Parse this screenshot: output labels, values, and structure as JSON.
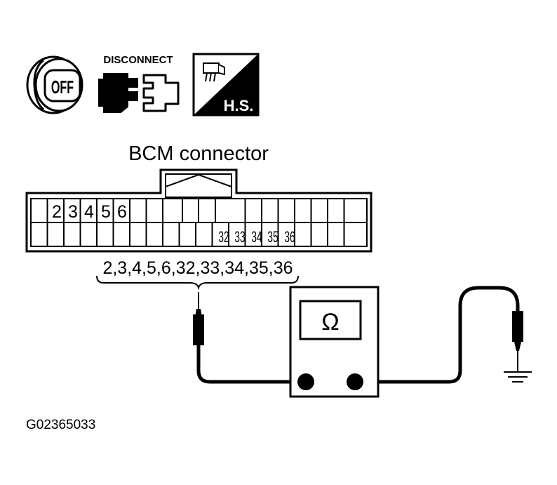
{
  "icons": {
    "ignition_label": "OFF",
    "disconnect_label": "DISCONNECT",
    "harness_side_label": "H.S."
  },
  "connector": {
    "title": "BCM connector",
    "top_row_labels": [
      "2",
      "3",
      "4",
      "5",
      "6"
    ],
    "bottom_row_labels": [
      "32",
      "33",
      "34",
      "35",
      "36"
    ],
    "terminals_label": "2,3,4,5,6,32,33,34,35,36"
  },
  "meter": {
    "symbol": "Ω"
  },
  "figure_id": "G02365033"
}
